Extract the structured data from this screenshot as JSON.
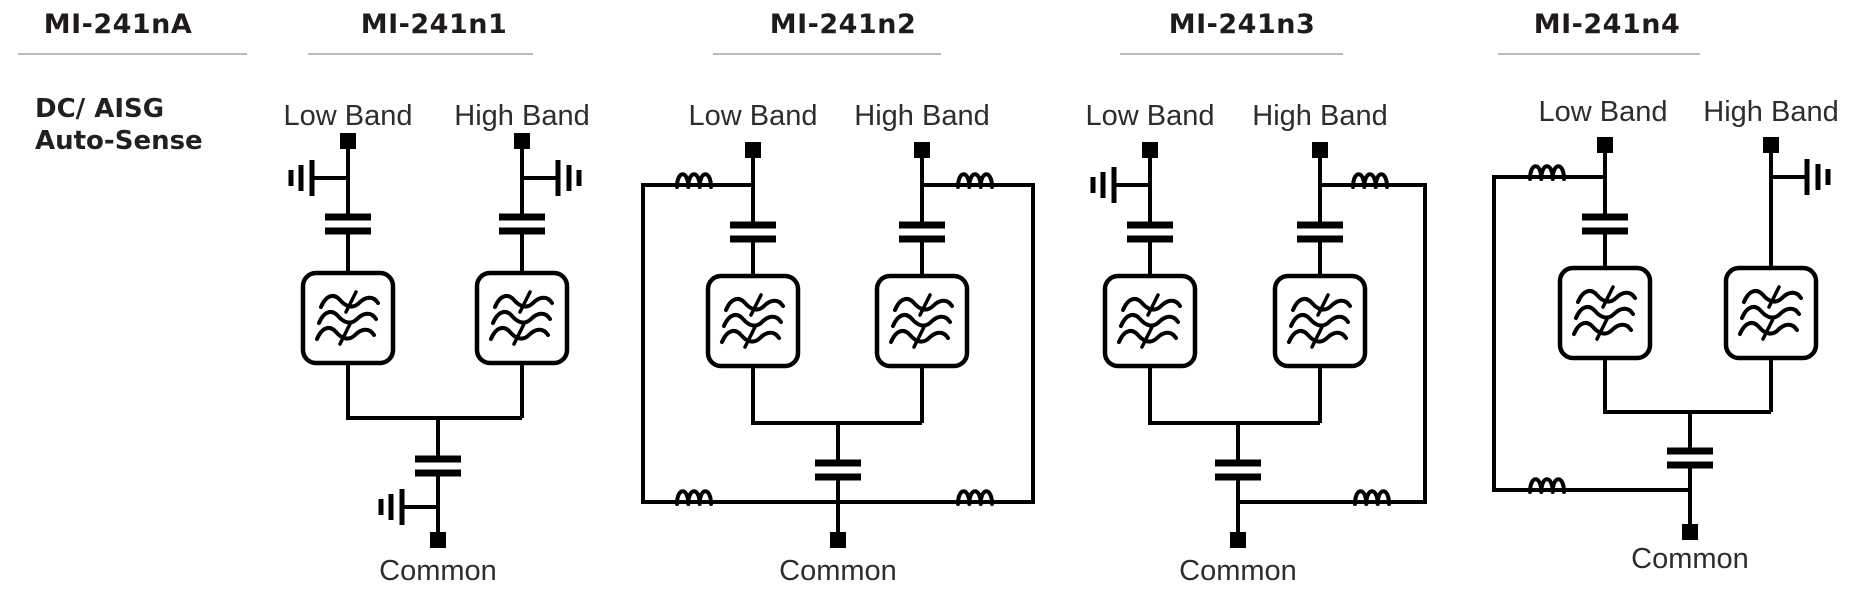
{
  "colors": {
    "line": "#000000",
    "header_text": "#1f1b1c",
    "label_text": "#2b2d30",
    "rule_line": "#bcbcbc",
    "background": "#ffffff"
  },
  "symbols": {
    "filter_icon": "band-pass-filter",
    "capacitor_icon": "series-capacitor",
    "inductor_icon": "inductor-coil",
    "ground_icon": "rf-ground",
    "port_icon": "port-terminal"
  },
  "columns": [
    {
      "id": "mi-241na",
      "header": "MI-241nA",
      "subtitle": [
        "DC/ AISG",
        "Auto-Sense"
      ]
    },
    {
      "id": "mi-241n1",
      "header": "MI-241n1",
      "labels": {
        "low": "Low Band",
        "high": "High Band",
        "common": "Common"
      }
    },
    {
      "id": "mi-241n2",
      "header": "MI-241n2",
      "labels": {
        "low": "Low Band",
        "high": "High Band",
        "common": "Common"
      }
    },
    {
      "id": "mi-241n3",
      "header": "MI-241n3",
      "labels": {
        "low": "Low Band",
        "high": "High Band",
        "common": "Common"
      }
    },
    {
      "id": "mi-241n4",
      "header": "MI-241n4",
      "labels": {
        "low": "Low Band",
        "high": "High Band",
        "common": "Common"
      }
    }
  ]
}
